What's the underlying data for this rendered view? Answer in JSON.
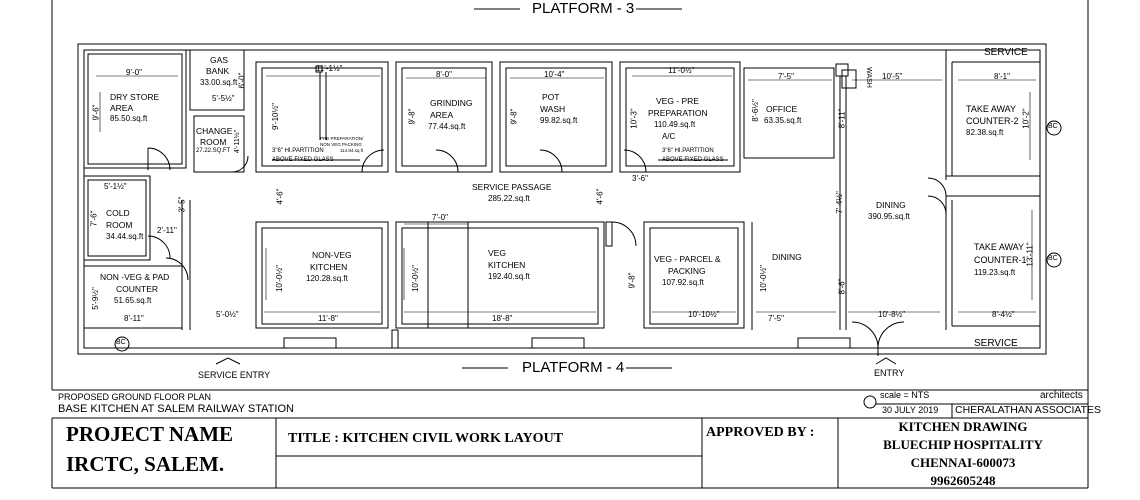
{
  "platforms": {
    "top": "PLATFORM - 3",
    "bottom": "PLATFORM - 4"
  },
  "service_labels": {
    "top_right": "SERVICE",
    "bottom_right": "SERVICE"
  },
  "entries": {
    "service_entry": "SERVICE  ENTRY",
    "entry": "ENTRY"
  },
  "bc_label": "BC",
  "wash_label": "WASH",
  "rooms": {
    "dry_store": {
      "name1": "DRY STORE",
      "name2": "AREA",
      "area": "85.50.sq.ft",
      "dim_w": "9'-0\"",
      "dim_h": "9'-6\""
    },
    "gas_bank": {
      "name1": "GAS",
      "name2": "BANK",
      "area": "33.00.sq.ft",
      "dim_w": "5'-5½\"",
      "dim_h": "6'-0\""
    },
    "change_room": {
      "name1": "CHANGE",
      "name2": "ROOM",
      "area": "27.22.SQ.FT",
      "dim_h": "4'-11½\""
    },
    "cold_room": {
      "name1": "COLD",
      "name2": "ROOM",
      "area": "34.44.sq.ft",
      "dim_w": "5'-1½\"",
      "dim_h": "7'-6\"",
      "dim_side": "2'-11\""
    },
    "nonveg_pad": {
      "name1": "NON -VEG & PAD",
      "name2": "COUNTER",
      "area": "51.65.sq.ft",
      "dim_w": "8'-11\"",
      "dim_h": "5'-9½\""
    },
    "grinding": {
      "name1": "GRINDING",
      "name2": "AREA",
      "area": "77.44.sq.ft",
      "dim_w": "8'-0\"",
      "dim_h": "9'-8\""
    },
    "pot_wash": {
      "name1": "POT",
      "name2": "WASH",
      "area": "99.82.sq.ft",
      "dim_w": "10'-4\"",
      "dim_h": "9'-8\""
    },
    "veg_pre": {
      "name1": "VEG - PRE",
      "name2": "PREPARATION",
      "area": "110.49.sq.ft",
      "note": "A/C",
      "dim_w": "11'-0½\"",
      "dim_h": "10'-3\""
    },
    "nonveg_pre": {
      "dim_w": "11'-1½\"",
      "dim_h": "9'-10½\"",
      "note1": "PRE PREPARATION/",
      "note2": "NON VEG PACKING",
      "note3": "114.84.sq.ft"
    },
    "office": {
      "name1": "OFFICE",
      "area": "63.35.sq.ft",
      "dim_w": "7'-5\"",
      "dim_h": "8'-6½\""
    },
    "take_away_2": {
      "name1": "TAKE AWAY",
      "name2": "COUNTER-2",
      "area": "82.38.sq.ft",
      "dim_w": "8'-1\"",
      "dim_h": "10'-2\""
    },
    "take_away_1": {
      "name1": "TAKE AWAY",
      "name2": "COUNTER-1",
      "area": "119.23.sq.ft",
      "dim_w": "8'-4½\"",
      "dim_h": "13'-11\""
    },
    "service_passage": {
      "name1": "SERVICE PASSAGE",
      "area": "285.22.sq.ft",
      "dim_l": "4'-6\"",
      "dim_r": "4'-6\""
    },
    "nonveg_kitchen": {
      "name1": "NON-VEG",
      "name2": "KITCHEN",
      "area": "120.28.sq.ft",
      "dim_w": "11'-8\"",
      "dim_h": "10'-0½\""
    },
    "veg_kitchen": {
      "name1": "VEG",
      "name2": "KITCHEN",
      "area": "192.40.sq.ft",
      "dim_w": "18'-8\"",
      "dim_h": "10'-0½\"",
      "dim_top": "7'-0\""
    },
    "veg_parcel": {
      "name1": "VEG - PARCEL &",
      "name2": "PACKING",
      "area": "107.92.sq.ft",
      "dim_w": "10'-10½\"",
      "dim_h": "9'-8\""
    },
    "dining_small": {
      "name1": "DINING",
      "dim_w": "7'-5\"",
      "dim_h": "10'-0½\""
    },
    "dining_main": {
      "name1": "DINING",
      "area": "390.95.sq.ft",
      "dim_top": "10'-5\"",
      "dim_h1": "8'-11\"",
      "dim_h2": "7'-4½\"",
      "dim_h3": "8'-6\"",
      "dim_bottom": "10'-8½\""
    },
    "misc": {
      "left_bottom": "5'-0½\"",
      "left_side": "3'-5\"",
      "dim_36": "3'-6\""
    }
  },
  "partitions": {
    "left": "3\"6\" HI.PARTITION",
    "left2": "ABOVE FIXED GLASS",
    "right": "3\"6\" HI.PARTITION",
    "right2": "ABOVE  FIXED  GLASS"
  },
  "title_block": {
    "proposed": "PROPOSED GROUND FLOOR PLAN",
    "subtitle": "BASE KITCHEN AT SALEM RAILWAY STATION",
    "scale": "scale = NTS",
    "date": "30 JULY 2019",
    "architects": "architects",
    "firm": "CHERALATHAN ASSOCIATES",
    "project_name": "PROJECT NAME",
    "project_place": "IRCTC, SALEM.",
    "title": "TITLE : KITCHEN CIVIL WORK LAYOUT",
    "approved_by": "APPROVED BY :",
    "client1": "KITCHEN DRAWING",
    "client2": "BLUECHIP HOSPITALITY",
    "client3": "CHENNAI-600073",
    "client4": "9962605248"
  }
}
